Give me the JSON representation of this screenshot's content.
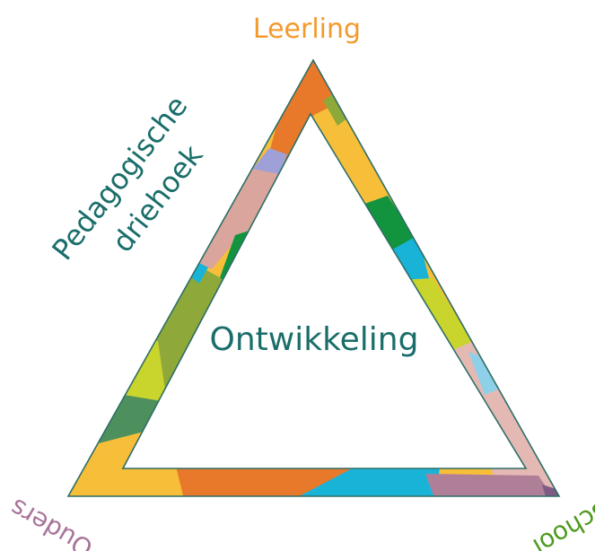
{
  "labels": {
    "top": "Leerling",
    "side_line1": "Pedagogische",
    "side_line2": "driehoek",
    "center": "Ontwikkeling",
    "bottom_left": "Ouders",
    "bottom_right": "School"
  },
  "colors": {
    "leerling_label": "#F39A2C",
    "teal_label": "#1A6E6A",
    "ouders_label": "#A8749A",
    "school_label": "#4F9A1E",
    "outline": "#2E6E66",
    "orange": "#E8792A",
    "yellow": "#F7BE3A",
    "olive": "#8FA83A",
    "lime": "#C9D42C",
    "green": "#12943F",
    "cyan": "#1AB3D8",
    "pink": "#D9A59C",
    "lilac": "#9FA0D8",
    "mauve": "#AF7F98",
    "sky": "#8FD0E9",
    "forest": "#4E8F5E"
  }
}
